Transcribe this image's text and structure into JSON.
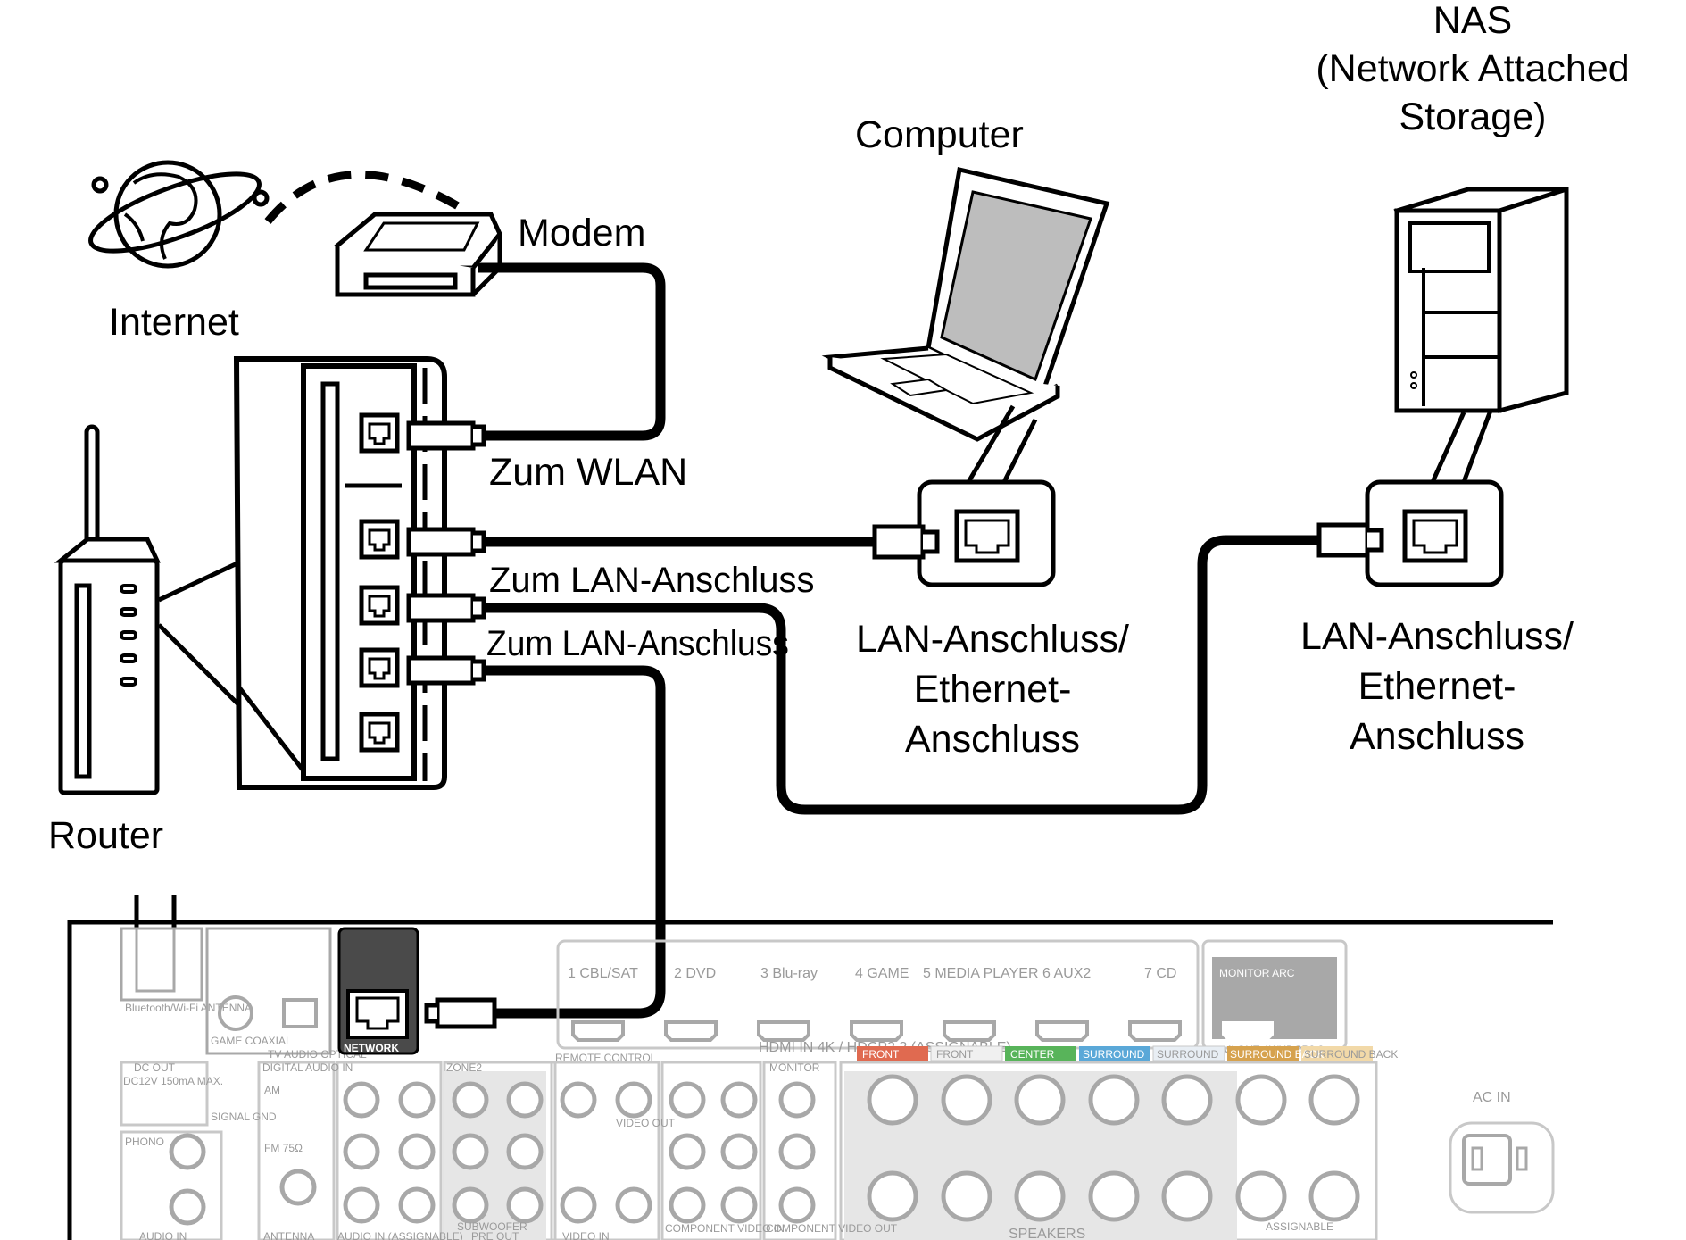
{
  "labels": {
    "internet": "Internet",
    "modem": "Modem",
    "router": "Router",
    "computer": "Computer",
    "nas_line1": "NAS",
    "nas_line2": "(Network Attached",
    "nas_line3": "Storage)",
    "zum_wlan": "Zum WLAN",
    "zum_lan_1": "Zum LAN-Anschluss",
    "zum_lan_2": "Zum LAN-Anschluss",
    "port_line1": "LAN-Anschluss/",
    "port_line2": "Ethernet-",
    "port_line3": "Anschluss"
  },
  "receiver": {
    "network": "NETWORK",
    "bt_antenna": "Bluetooth/Wi-Fi ANTENNA",
    "game_coaxial": "GAME COAXIAL",
    "tv_audio_optical": "TV AUDIO OPTICAL",
    "dc_out": "DC OUT",
    "dc_spec": "DC12V 150mA MAX.",
    "digital_audio_in": "DIGITAL AUDIO IN",
    "am": "AM",
    "fm": "FM 75Ω",
    "phono": "PHONO",
    "signal_gnd": "SIGNAL GND",
    "audio_in": "AUDIO IN",
    "antenna": "ANTENNA",
    "audio_in_assignable": "AUDIO IN (ASSIGNABLE)",
    "zone2": "ZONE2",
    "pre_out": "PRE OUT",
    "subwoofer": "SUBWOOFER",
    "remote_control": "REMOTE CONTROL",
    "video_out": "VIDEO OUT",
    "monitor": "MONITOR",
    "component_video_in": "COMPONENT VIDEO IN",
    "component_video_out": "COMPONENT VIDEO OUT",
    "video_in": "VIDEO IN",
    "hdmi_inputs": [
      "1 CBL/SAT",
      "2 DVD",
      "3 Blu-ray",
      "4 GAME",
      "5 MEDIA PLAYER",
      "6 AUX2",
      "7 CD"
    ],
    "hdmi_in": "HDMI IN   4K / HDCP2.2 (ASSIGNABLE)",
    "monitor_arc": "MONITOR ARC",
    "hdmi_out": "HDMI OUT 4K/HDCP2.2",
    "speaker_groups": [
      "FRONT",
      "FRONT",
      "CENTER",
      "SURROUND",
      "SURROUND",
      "SURROUND BACK",
      "SURROUND BACK"
    ],
    "speakers": "SPEAKERS",
    "assignable": "ASSIGNABLE",
    "ac_in": "AC IN"
  },
  "colors": {
    "line": "#000000",
    "panel_gray": "#a8a8a8",
    "network_fill": "#4a4a4a",
    "front_red": "#e06a50",
    "center_green": "#58b45a",
    "surround_blue": "#5aa8d8",
    "surround_back_orange": "#d6a24e"
  }
}
